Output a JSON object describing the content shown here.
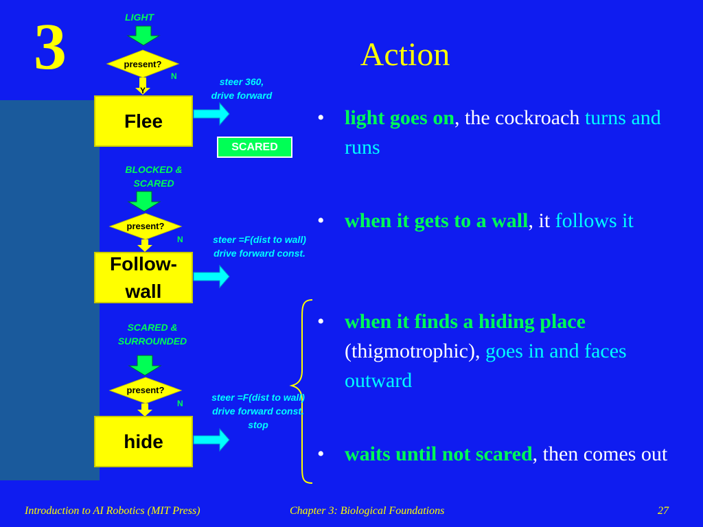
{
  "slide": {
    "chapter_number": "3",
    "title": "Action"
  },
  "diagram": {
    "blocks": [
      {
        "trigger": "LIGHT",
        "decision": "present?",
        "no_label": "N",
        "yes_label": "Y",
        "behavior": [
          "Flee"
        ],
        "action": [
          "steer 360,",
          "drive forward"
        ]
      },
      {
        "trigger": [
          "BLOCKED &",
          "SCARED"
        ],
        "decision": "present?",
        "no_label": "N",
        "behavior": [
          "Follow-",
          "wall"
        ],
        "action": [
          "steer =F(dist to wall)",
          "drive forward const."
        ]
      },
      {
        "trigger": [
          "SCARED &",
          "SURROUNDED"
        ],
        "decision": "present?",
        "no_label": "N",
        "behavior": [
          "hide"
        ],
        "action": [
          "steer =F(dist to wall)",
          "drive forward const.",
          "stop"
        ]
      }
    ],
    "output_signal": "SCARED"
  },
  "bullets": [
    {
      "bold": "light goes on",
      "mid": ", the cockroach ",
      "colored": "turns and runs"
    },
    {
      "bold": "when it gets to a wall",
      "mid": ", it ",
      "colored": "follows it"
    },
    {
      "bold": "when it finds a hiding place",
      "mid": " (thigmotrophic), ",
      "colored": "goes in and faces outward"
    },
    {
      "bold": "waits until not scared",
      "mid": ", then comes out",
      "colored": ""
    }
  ],
  "bullet_symbol": "•",
  "footer": {
    "left": "Introduction to AI Robotics (MIT Press)",
    "center": "Chapter 3: Biological Foundations",
    "page": "27"
  },
  "colors": {
    "background": "#0f1cf0",
    "side_panel": "#1a5a9c",
    "accent_yellow": "#ffff00",
    "accent_green": "#00ff55",
    "accent_cyan": "#00ffff"
  }
}
